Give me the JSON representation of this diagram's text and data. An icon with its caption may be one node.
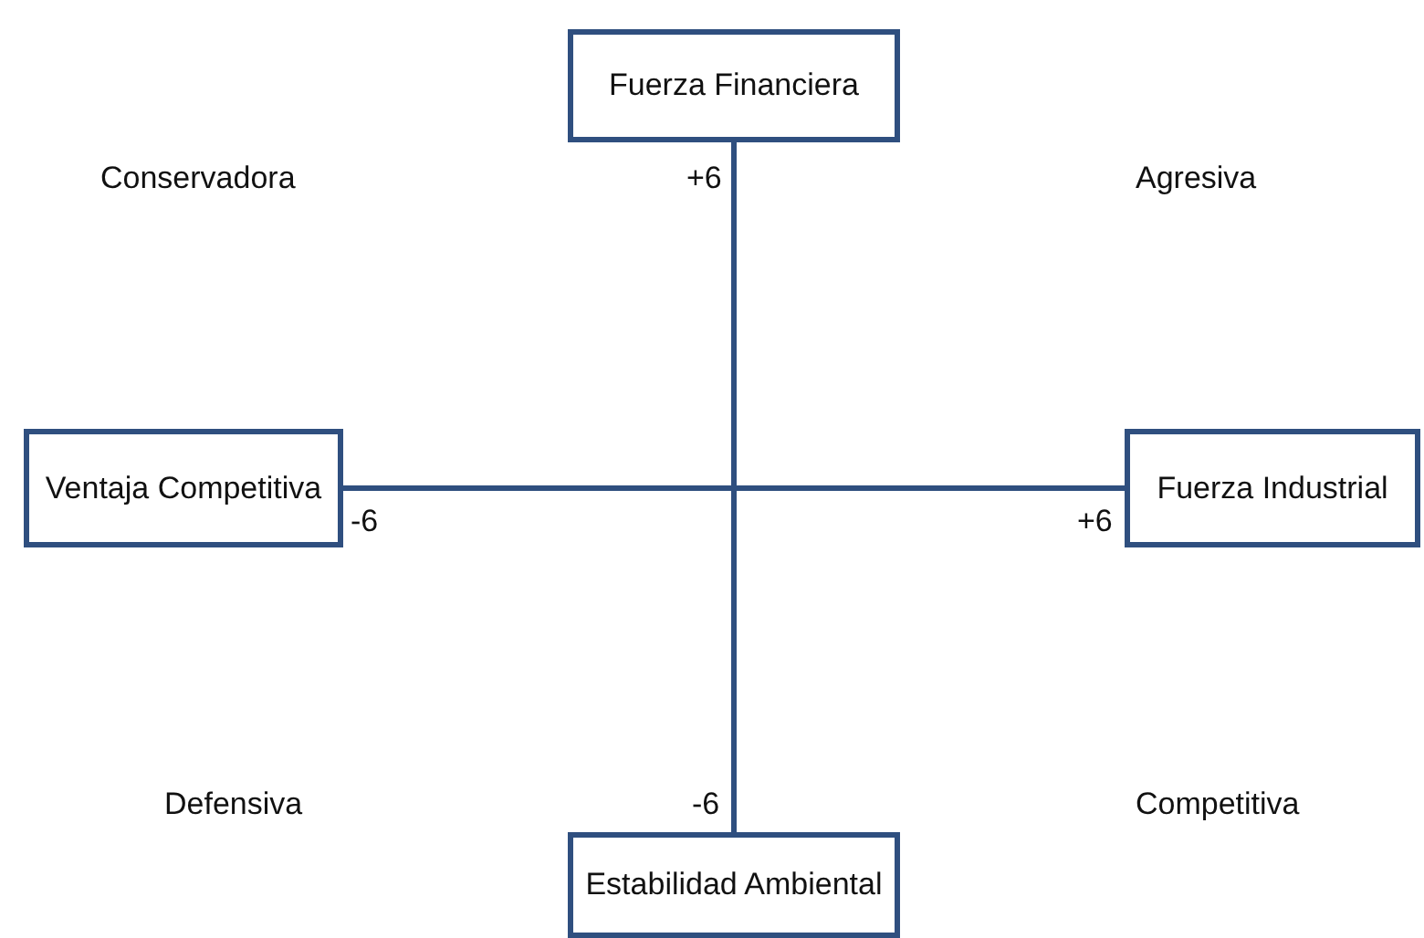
{
  "diagram": {
    "nodes": [
      {
        "text": [
          "Fuerza Financiera"
        ]
      },
      {
        "text": [
          "Ventaja Competitiva"
        ]
      },
      {
        "text": [
          "Fuerza Industrial"
        ]
      },
      {
        "text": [
          "Estabilidad Ambiental"
        ]
      }
    ],
    "edges": [
      {
        "from": 0,
        "to": 3,
        "arrow": "none"
      },
      {
        "from": 1,
        "to": 2,
        "arrow": "none"
      }
    ],
    "labels": [
      "Conservadora",
      "+6",
      "Agresiva",
      "-6",
      "+6",
      "Defensiva",
      "-6",
      "Competitiva"
    ]
  }
}
